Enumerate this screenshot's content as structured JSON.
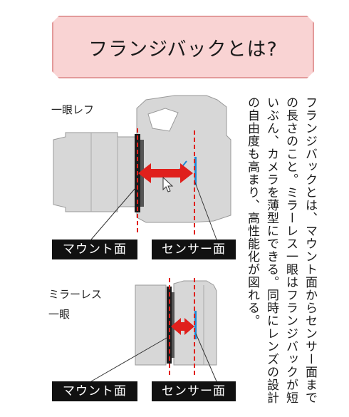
{
  "title": "フランジバックとは?",
  "upper_camera": {
    "label": "一眼レフ",
    "mount_tag": "マウント面",
    "sensor_tag": "センサー面"
  },
  "lower_camera": {
    "label_line1": "ミラーレス",
    "label_line2": "一眼",
    "mount_tag": "マウント面",
    "sensor_tag": "センサー面"
  },
  "description": "フランジバックとは、マウント面からセンサー面までの長さのこと。ミラーレス一眼はフランジバックが短いぶん、カメラを薄型にできる。同時にレンズの設計の自由度も高まり、高性能化が図れる。",
  "colors": {
    "title_bg": "#f9d3d3",
    "title_border": "#e39a9a",
    "arrow": "#e0201c",
    "dashed_line": "#e0201c",
    "sensor": "#1e8ad6",
    "body": "#d7d7d7",
    "tag_bg": "#111111"
  }
}
